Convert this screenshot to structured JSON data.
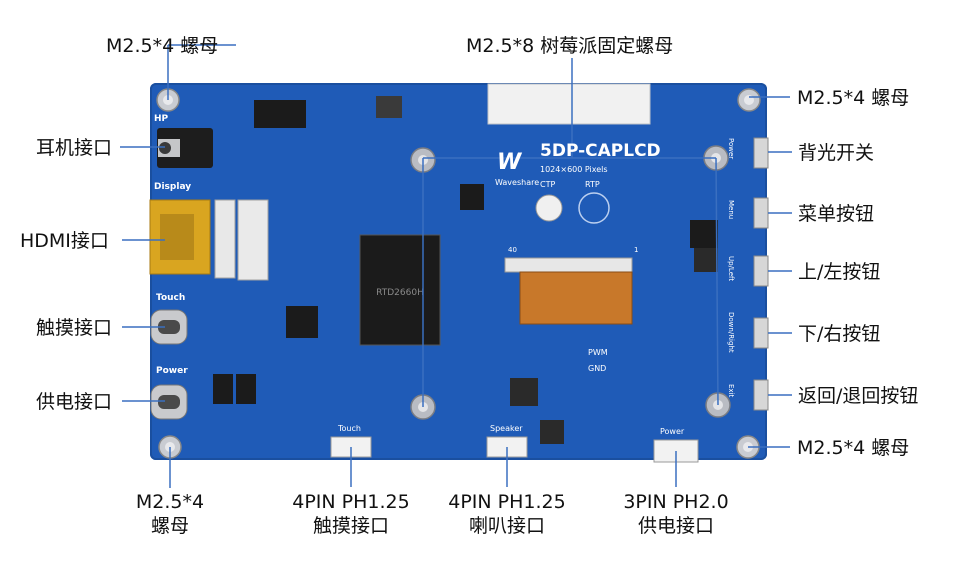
{
  "callouts": {
    "top_left_nut": "M2.5*4 螺母",
    "top_center_nut": "M2.5*8 树莓派固定螺母",
    "top_right_nut": "M2.5*4 螺母",
    "headphone": "耳机接口",
    "hdmi": "HDMI接口",
    "touch_port": "触摸接口",
    "power_port": "供电接口",
    "bottom_left_nut_line1": "M2.5*4",
    "bottom_left_nut_line2": "螺母",
    "backlight_switch": "背光开关",
    "menu_button": "菜单按钮",
    "up_left_button": "上/左按钮",
    "down_right_button": "下/右按钮",
    "back_exit_button": "返回/退回按钮",
    "bottom_right_nut": "M2.5*4 螺母",
    "touch_pin_line1": "4PIN PH1.25",
    "touch_pin_line2": "触摸接口",
    "speaker_pin_line1": "4PIN PH1.25",
    "speaker_pin_line2": "喇叭接口",
    "power_pin_line1": "3PIN PH2.0",
    "power_pin_line2": "供电接口"
  },
  "board": {
    "model": "5DP-CAPLCD",
    "resolution": "1024×600 Pixels",
    "brand": "Waveshare",
    "ctp": "CTP",
    "rtp": "RTP",
    "silk_hp": "HP",
    "silk_display": "Display",
    "silk_touch": "Touch",
    "silk_power": "Power",
    "silk_pwm": "PWM",
    "silk_gnd": "GND",
    "silk_touch_conn": "Touch",
    "silk_speaker_conn": "Speaker",
    "silk_power_conn": "Power",
    "silk_btn_power": "Power",
    "silk_btn_menu": "Menu",
    "silk_btn_upleft": "Up/Left",
    "silk_btn_downright": "Down/Right",
    "silk_btn_exit": "Exit",
    "fpc_pin_start": "40",
    "fpc_pin_end": "1"
  },
  "colors": {
    "board": "#1f5bb7",
    "leader_line": "#3a6fc0",
    "gold": "#d9a520",
    "chip": "#1b1b1b"
  }
}
